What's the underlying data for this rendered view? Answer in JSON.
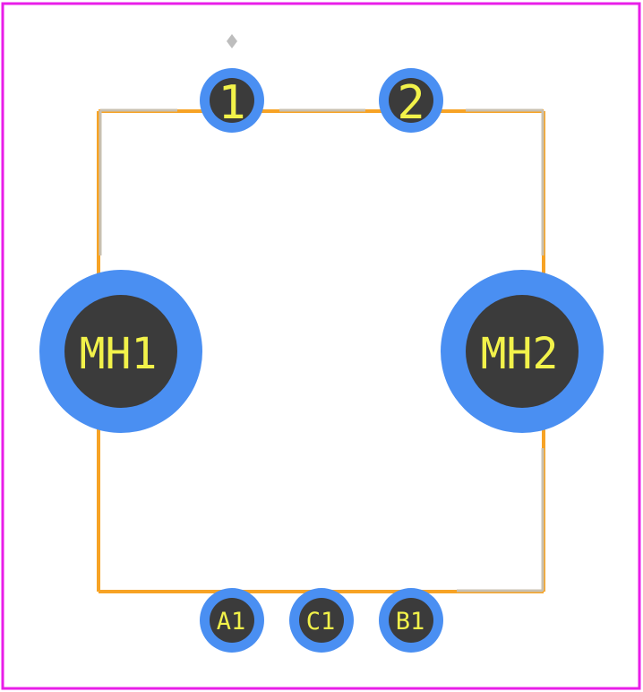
{
  "colors": {
    "board_outline": "#e81ee8",
    "body_outline": "#f7a325",
    "silkscreen": "#c9c0b0",
    "pad_copper": "#4a8ff2",
    "pad_hole": "#3b3b3b",
    "label_text": "#f2f24a",
    "marker": "#bdbdbd"
  },
  "pads": {
    "pin1": "1",
    "pin2": "2",
    "mh1": "MH1",
    "mh2": "MH2",
    "a1": "A1",
    "c1": "C1",
    "b1": "B1"
  }
}
